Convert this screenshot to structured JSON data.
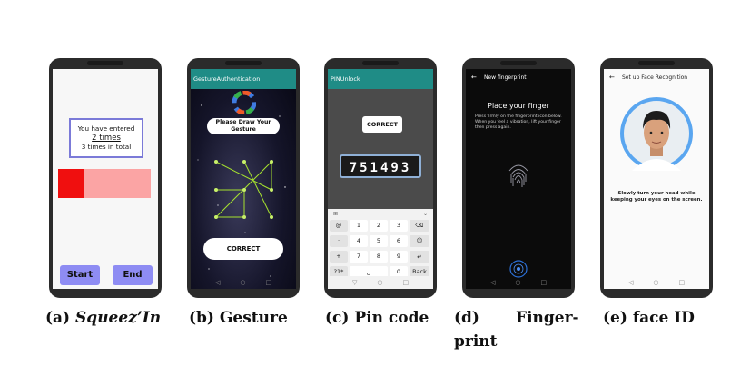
{
  "phones": {
    "squeezin": {
      "entered_line": "You have entered",
      "entered_count": "2 times",
      "total_line": "3 times in total",
      "progress_fraction": 0.27,
      "start_label": "Start",
      "end_label": "End",
      "colors": {
        "box_border": "#7b7ad8",
        "bar_fill": "#f00f0f",
        "bar_bg": "#fba4a4",
        "button": "#8e8cf3"
      }
    },
    "gesture": {
      "title": "GestureAuthentication",
      "prompt": "Please Draw Your Gesture",
      "result": "CORRECT"
    },
    "pin": {
      "title": "PINUnlock",
      "result": "CORRECT",
      "code": "751493",
      "keys_row1": [
        "@",
        "1",
        "2",
        "3",
        "⌫"
      ],
      "keys_row2": [
        "·",
        "4",
        "5",
        "6",
        "☺"
      ],
      "keys_row3": [
        "+",
        "7",
        "8",
        "9"
      ],
      "keys_row4": [
        "?1*",
        "␣",
        "0",
        "Back",
        "↵"
      ]
    },
    "fingerprint": {
      "title": "New fingerprint",
      "heading": "Place your finger",
      "instructions": "Press firmly on the fingerprint icon below. When you feel a vibration, lift your finger then press again."
    },
    "face": {
      "title": "Set up Face Recognition",
      "instructions": "Slowly turn your head while keeping your eyes on the screen."
    }
  },
  "captions": {
    "a_prefix": "(a) ",
    "a_name": "Squeez’In",
    "b": "(b) Gesture",
    "c": "(c) Pin code",
    "d_prefix": "(d)",
    "d_word": "Finger-",
    "d_cont": "print",
    "e": "(e) face ID"
  }
}
